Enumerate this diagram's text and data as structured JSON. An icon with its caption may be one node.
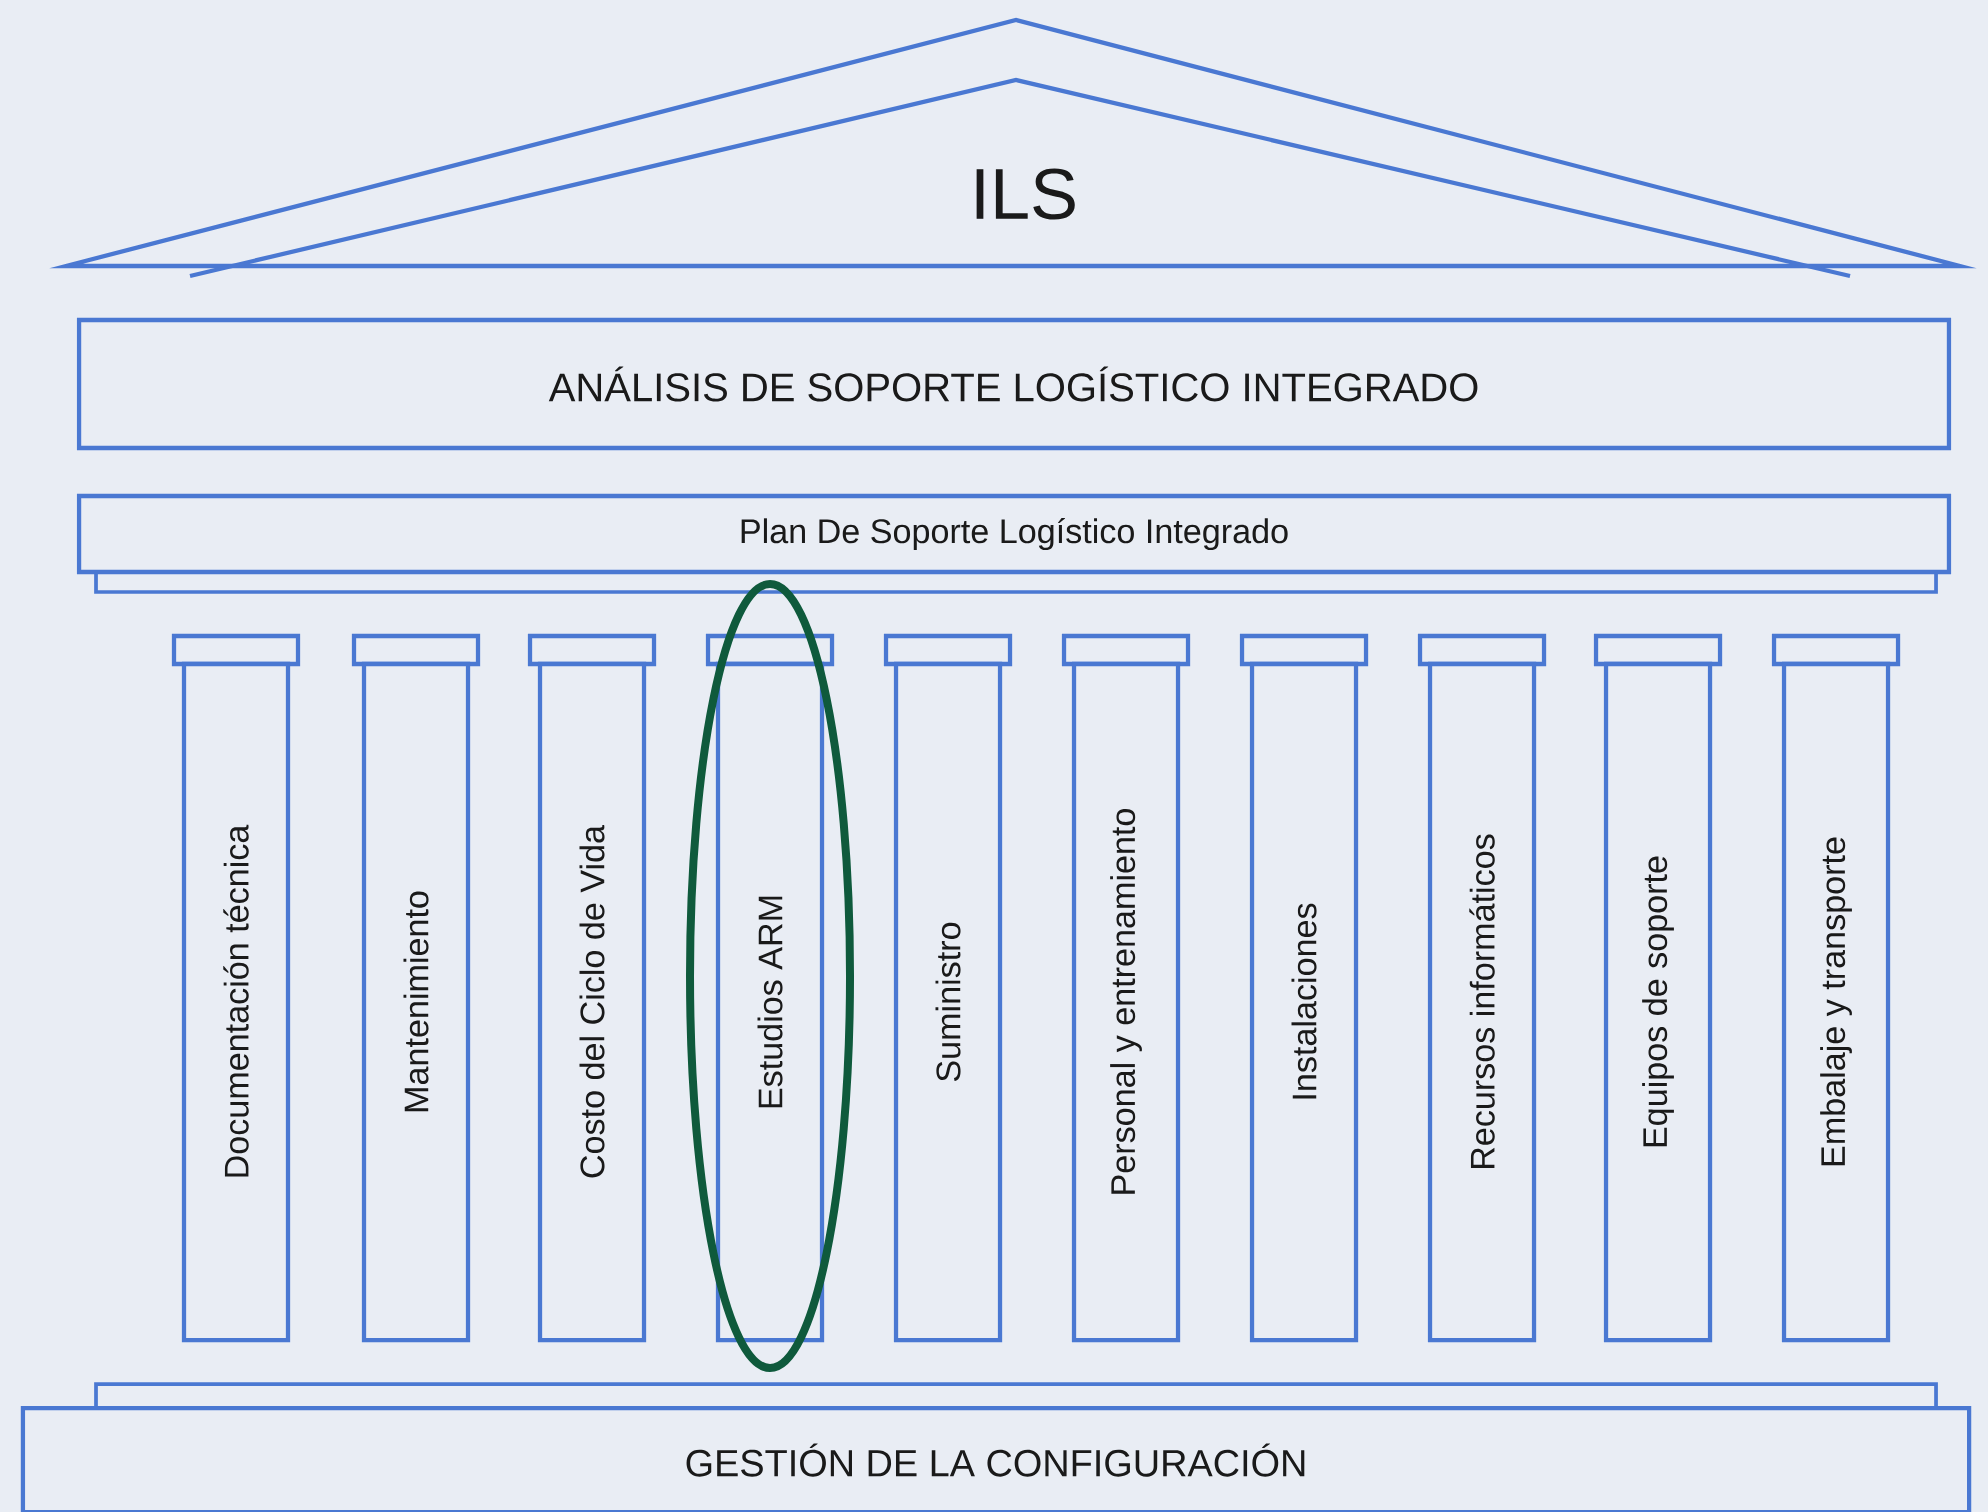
{
  "diagram": {
    "nodes": [
      {
        "text": [
          "ILS"
        ]
      },
      {
        "text": [
          "ANÁLISIS DE SOPORTE LOGÍSTICO INTEGRADO"
        ]
      },
      {
        "text": [
          "Plan De Soporte Logístico Integrado"
        ]
      },
      {
        "text": [
          "Documentación técnica"
        ]
      },
      {
        "text": [
          "Mantenimiento"
        ]
      },
      {
        "text": [
          "Costo del Ciclo de Vida"
        ]
      },
      {
        "text": [
          "Estudios ARM"
        ]
      },
      {
        "text": [
          "Suministro"
        ]
      },
      {
        "text": [
          "Personal y entrenamiento"
        ]
      },
      {
        "text": [
          "Instalaciones"
        ]
      },
      {
        "text": [
          "Recursos informáticos"
        ]
      },
      {
        "text": [
          "Equipos de soporte"
        ]
      },
      {
        "text": [
          "Embalaje y transporte"
        ]
      },
      {
        "text": [
          "GESTIÓN DE LA CONFIGURACIÓN"
        ]
      }
    ]
  }
}
